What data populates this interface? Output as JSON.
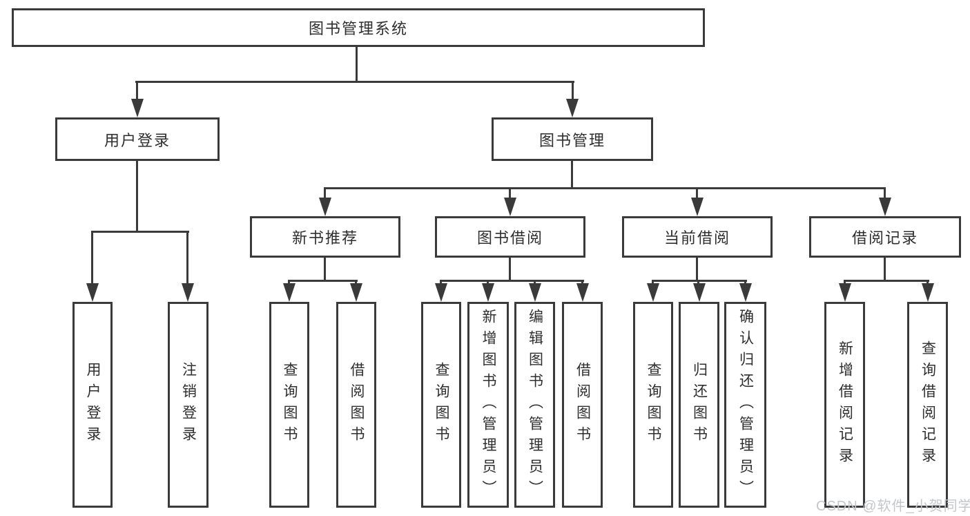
{
  "colors": {
    "line": "#3a3a3a",
    "box_border": "#3a3a3a",
    "text": "#2e2e2e",
    "watermark": "#c3c6cb",
    "background": "#ffffff"
  },
  "watermark": {
    "text": "CSDN @软件_小贺同学"
  },
  "tree": {
    "root": "图书管理系统",
    "branches": [
      {
        "label": "用户登录",
        "leaves": [
          "用户登录",
          "注销登录"
        ]
      },
      {
        "label": "图书管理",
        "sections": [
          {
            "label": "新书推荐",
            "leaves": [
              "查询图书",
              "借阅图书"
            ]
          },
          {
            "label": "图书借阅",
            "leaves": [
              "查询图书",
              "新增图书（管理员）",
              "编辑图书（管理员）",
              "借阅图书"
            ]
          },
          {
            "label": "当前借阅",
            "leaves": [
              "查询图书",
              "归还图书",
              "确认归还（管理员）"
            ]
          },
          {
            "label": "借阅记录",
            "leaves": [
              "新增借阅记录",
              "查询借阅记录"
            ]
          }
        ]
      }
    ]
  }
}
